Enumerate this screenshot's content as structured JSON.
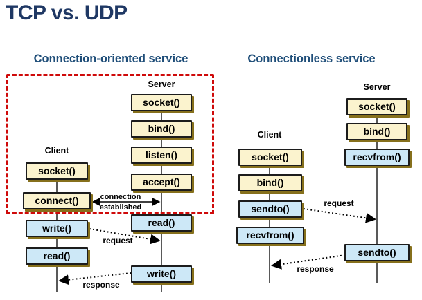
{
  "title": "TCP vs. UDP",
  "colors": {
    "title_blue": "#1F3864",
    "header_blue": "#1F4E79",
    "box_yellow": "#FBF3CE",
    "box_blue": "#CDE8F7",
    "box_shadow": "#86701c",
    "highlight_red": "#CF0A0A"
  },
  "left_diagram": {
    "header": "Connection-oriented service",
    "client": {
      "label": "Client",
      "boxes": [
        {
          "label": "socket()",
          "color": "yellow"
        },
        {
          "label": "connect()",
          "color": "yellow"
        },
        {
          "label": "write()",
          "color": "blue"
        },
        {
          "label": "read()",
          "color": "blue"
        }
      ]
    },
    "server": {
      "label": "Server",
      "boxes": [
        {
          "label": "socket()",
          "color": "yellow"
        },
        {
          "label": "bind()",
          "color": "yellow"
        },
        {
          "label": "listen()",
          "color": "yellow"
        },
        {
          "label": "accept()",
          "color": "yellow"
        },
        {
          "label": "read()",
          "color": "blue"
        },
        {
          "label": "write()",
          "color": "blue"
        }
      ]
    },
    "annotations": {
      "connection_line1": "connection",
      "connection_line2": "established",
      "request": "request",
      "response": "response"
    }
  },
  "right_diagram": {
    "header": "Connectionless service",
    "client": {
      "label": "Client",
      "boxes": [
        {
          "label": "socket()",
          "color": "yellow"
        },
        {
          "label": "bind()",
          "color": "yellow"
        },
        {
          "label": "sendto()",
          "color": "blue"
        },
        {
          "label": "recvfrom()",
          "color": "blue"
        }
      ]
    },
    "server": {
      "label": "Server",
      "boxes": [
        {
          "label": "socket()",
          "color": "yellow"
        },
        {
          "label": "bind()",
          "color": "yellow"
        },
        {
          "label": "recvfrom()",
          "color": "blue"
        },
        {
          "label": "sendto()",
          "color": "blue"
        }
      ]
    },
    "annotations": {
      "request": "request",
      "response": "response"
    }
  }
}
